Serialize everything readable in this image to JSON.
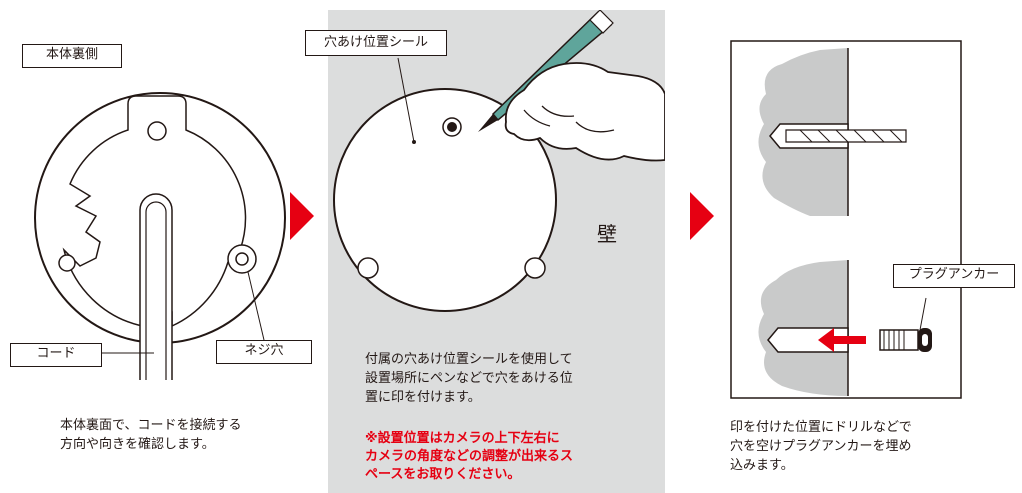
{
  "step1": {
    "title_label": "本体裏側",
    "code_label": "コード",
    "screw_label": "ネジ穴",
    "caption": [
      "本体裏面で、コードを接続する",
      "方向や向きを確認します。"
    ]
  },
  "step2": {
    "sticker_label": "穴あけ位置シール",
    "wall_label": "壁",
    "caption": [
      "付属の穴あけ位置シールを使用して",
      "設置場所にペンなどで穴をあける位",
      "置に印を付けます。"
    ],
    "warning": [
      "※設置位置はカメラの上下左右に",
      "カメラの角度などの調整が出来るス",
      "ペースをお取りください。"
    ]
  },
  "step3": {
    "anchor_label": "プラグアンカー",
    "caption": [
      "印を付けた位置にドリルなどで",
      "穴を空けプラグアンカーを埋め",
      "込みます。"
    ]
  },
  "colors": {
    "arrow": "#e60012",
    "wall_panel": "#dcdddd",
    "plaster": "#c9caca",
    "line": "#231815"
  }
}
